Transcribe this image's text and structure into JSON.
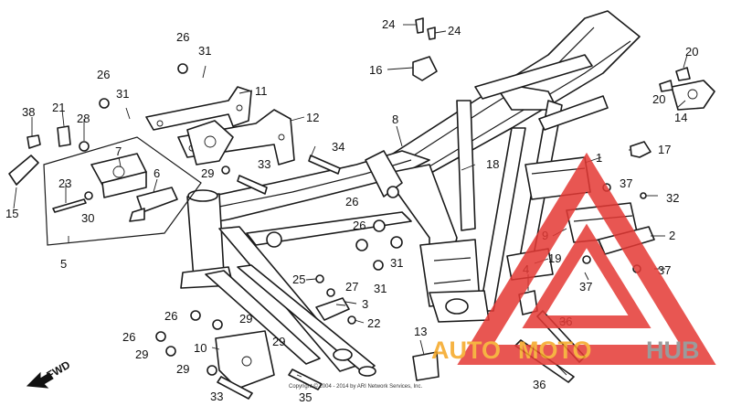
{
  "callouts": {
    "c1": "1",
    "c2": "2",
    "c3": "3",
    "c4": "4",
    "c5": "5",
    "c6": "6",
    "c7": "7",
    "c8": "8",
    "c9": "9",
    "c10": "10",
    "c11": "11",
    "c12": "12",
    "c13": "13",
    "c14": "14",
    "c15": "15",
    "c16": "16",
    "c17": "17",
    "c18": "18",
    "c19": "19",
    "c20": "20",
    "c21": "21",
    "c22": "22",
    "c23": "23",
    "c24": "24",
    "c25": "25",
    "c26": "26",
    "c27": "27",
    "c28": "28",
    "c29": "29",
    "c30": "30",
    "c31": "31",
    "c32": "32",
    "c33": "33",
    "c34": "34",
    "c35": "35",
    "c36": "36",
    "c37": "37",
    "c38": "38"
  },
  "direction_label": "FWD",
  "watermark": {
    "word_orange": "AUTO",
    "word_moto": "MOTO",
    "word_gray": "HUB",
    "triangle_color": "#e53935",
    "orange_color": "#f5a623",
    "gray_color": "#8a8a8a"
  },
  "copyright": "Copyright © 2004 - 2014 by ARI Network Services, Inc."
}
